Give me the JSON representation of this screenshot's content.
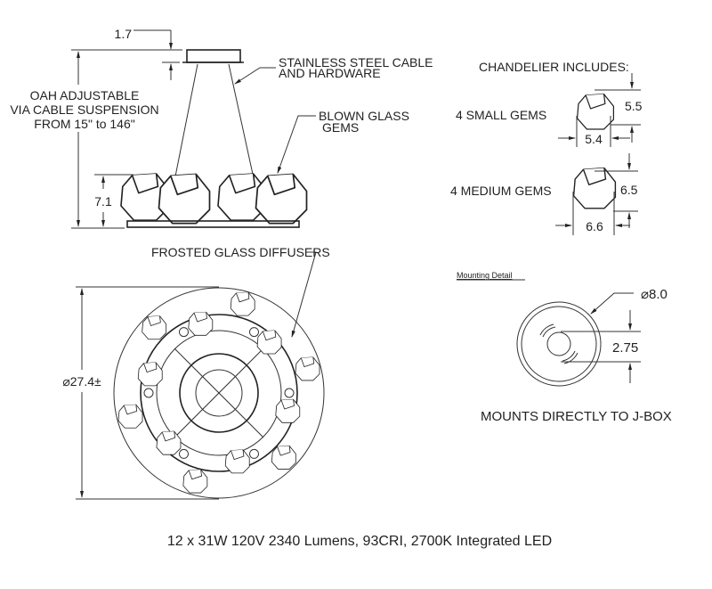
{
  "elevation": {
    "canopy_height": "1.7",
    "oah_label": [
      "OAH ADJUSTABLE",
      "VIA CABLE SUSPENSION",
      "FROM 15\" to 146\""
    ],
    "body_height": "7.1",
    "cable_label": [
      "STAINLESS STEEL CABLE",
      "AND HARDWARE"
    ],
    "gems_label": [
      "BLOWN GLASS",
      "GEMS"
    ]
  },
  "plan": {
    "diffusers_label": "FROSTED GLASS DIFFUSERS",
    "diameter": "⌀27.4±"
  },
  "includes": {
    "title": "CHANDELIER INCLUDES:",
    "small": {
      "label": "4 SMALL GEMS",
      "height": "5.5",
      "width": "5.4"
    },
    "medium": {
      "label": "4 MEDIUM GEMS",
      "height": "6.5",
      "width": "6.6"
    }
  },
  "mounting": {
    "title": "Mounting Detail",
    "diameter": "⌀8.0",
    "spacing": "2.75",
    "note": "MOUNTS DIRECTLY TO J-BOX"
  },
  "spec": "12 x 31W 120V 2340 Lumens, 93CRI, 2700K Integrated LED"
}
